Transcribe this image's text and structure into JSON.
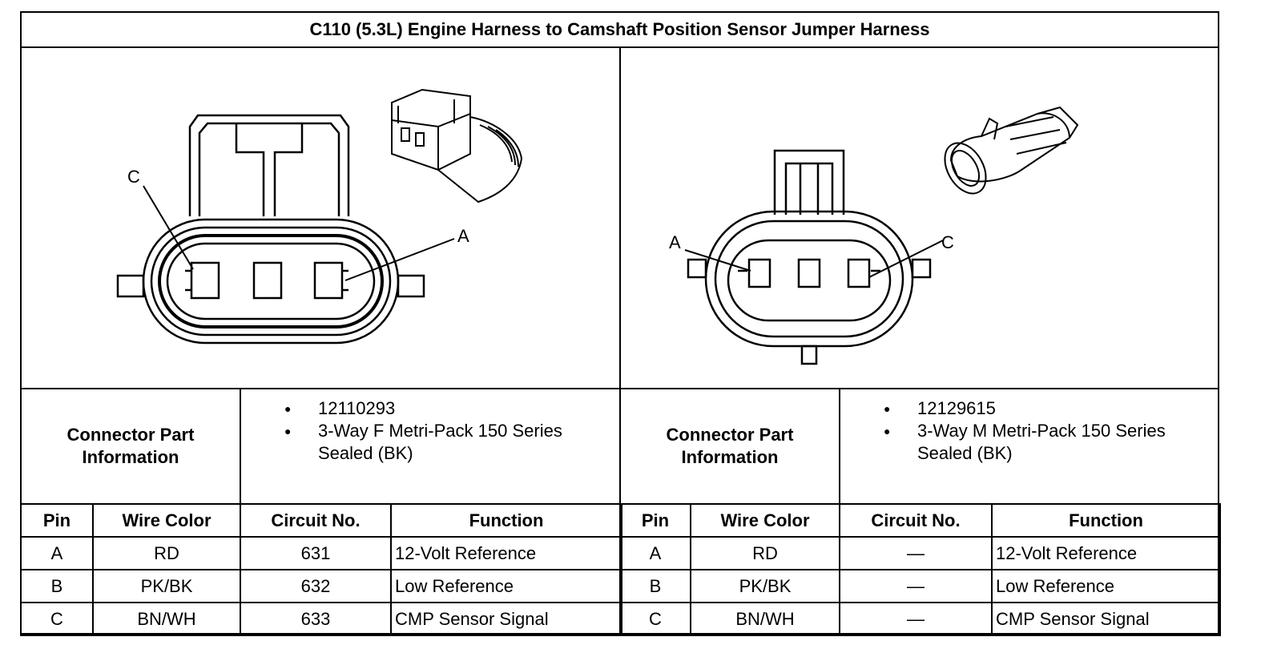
{
  "title": "C110 (5.3L) Engine Harness to Camshaft Position Sensor Jumper Harness",
  "left": {
    "pin_labels": {
      "left": "C",
      "right": "A"
    },
    "connector_info_label": [
      "Connector Part",
      "Information"
    ],
    "part_info": [
      "12110293",
      "3-Way F Metri-Pack 150 Series Sealed (BK)"
    ],
    "headers": [
      "Pin",
      "Wire Color",
      "Circuit No.",
      "Function"
    ],
    "rows": [
      {
        "pin": "A",
        "wire_color": "RD",
        "circuit": "631",
        "function": "12-Volt Reference"
      },
      {
        "pin": "B",
        "wire_color": "PK/BK",
        "circuit": "632",
        "function": "Low Reference"
      },
      {
        "pin": "C",
        "wire_color": "BN/WH",
        "circuit": "633",
        "function": "CMP Sensor Signal"
      }
    ]
  },
  "right": {
    "pin_labels": {
      "left": "A",
      "right": "C"
    },
    "connector_info_label": [
      "Connector Part",
      "Information"
    ],
    "part_info": [
      "12129615",
      "3-Way M Metri-Pack 150 Series Sealed (BK)"
    ],
    "headers": [
      "Pin",
      "Wire Color",
      "Circuit No.",
      "Function"
    ],
    "rows": [
      {
        "pin": "A",
        "wire_color": "RD",
        "circuit": "—",
        "function": "12-Volt Reference"
      },
      {
        "pin": "B",
        "wire_color": "PK/BK",
        "circuit": "—",
        "function": "Low Reference"
      },
      {
        "pin": "C",
        "wire_color": "BN/WH",
        "circuit": "—",
        "function": "CMP Sensor Signal"
      }
    ]
  }
}
